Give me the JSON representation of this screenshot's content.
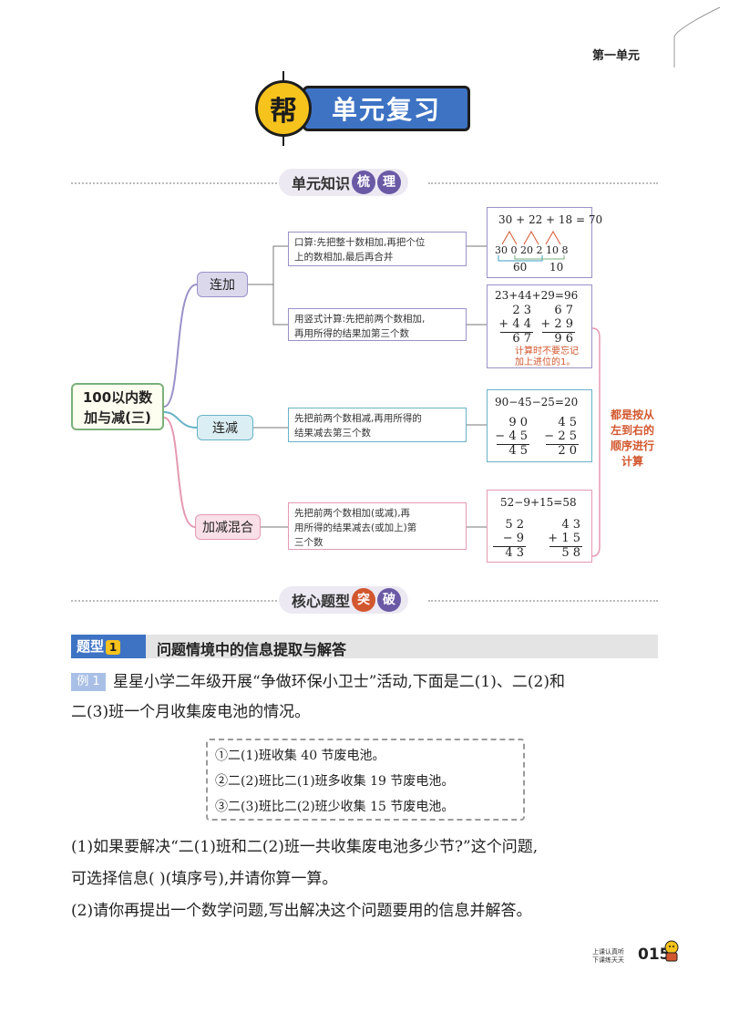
{
  "header": {
    "unit": "第一单元"
  },
  "title": {
    "badge": "帮",
    "text": "单元复习"
  },
  "sections": {
    "knowledge": {
      "main": "单元知识",
      "accent1": "梳",
      "accent2": "理"
    },
    "core": {
      "main": "核心题型",
      "accent1": "突",
      "accent2": "破"
    }
  },
  "mindmap": {
    "root": {
      "line1": "100以内数",
      "line2": "加与减(三)"
    },
    "branches": {
      "add": "连加",
      "sub": "连减",
      "mix": "加减混合"
    },
    "descriptions": {
      "add_oral": {
        "line1": "口算:先把整十数相加,再把个位",
        "line2": "上的数相加,最后再合并"
      },
      "add_vertical": {
        "line1": "用竖式计算:先把前两个数相加,",
        "line2": "再用所得的结果加第三个数"
      },
      "sub": {
        "line1": "先把前两个数相减,再用所得的",
        "line2": "结果减去第三个数"
      },
      "mix": {
        "line1": "先把前两个数相加(或减),再",
        "line2": "用所得的结果减去(或加上)第",
        "line3": "三个数"
      }
    },
    "examples": {
      "oral": {
        "equation": "30 + 22 + 18 = 70",
        "split": "30 0 20 2 10 8",
        "sum1": "60",
        "sum2": "10"
      },
      "add_vertical": {
        "equation": "23+44+29=96",
        "a1": "2 3",
        "a2": "+ 4 4",
        "a3": "6 7",
        "b1": "6 7",
        "b2": "+ 2 9",
        "b3": "9 6",
        "note1": "计算时不要忘记",
        "note2": "加上进位的1。"
      },
      "sub": {
        "equation": "90−45−25=20",
        "a1": "9 0",
        "a2": "− 4 5",
        "a3": "4 5",
        "b1": "4 5",
        "b2": "− 2 5",
        "b3": "2 0"
      },
      "mix": {
        "equation": "52−9+15=58",
        "a1": "5 2",
        "a2": "−   9",
        "a3": "4 3",
        "b1": "4 3",
        "b2": "+ 1 5",
        "b3": "5 8"
      }
    },
    "side_note": {
      "line1": "都是按从",
      "line2": "左到右的",
      "line3": "顺序进行",
      "line4": "计算"
    }
  },
  "problem_type": {
    "tag": "题型",
    "num": "1",
    "title": "问题情境中的信息提取与解答"
  },
  "example": {
    "tag": "例 1",
    "line1": "星星小学二年级开展“争做环保小卫士”活动,下面是二(1)、二(2)和",
    "line2": "二(3)班一个月收集废电池的情况。",
    "info": [
      "①二(1)班收集 40 节废电池。",
      "②二(2)班比二(1)班多收集 19 节废电池。",
      "③二(3)班比二(2)班少收集 15 节废电池。"
    ],
    "q1_line1": "(1)如果要解决“二(1)班和二(2)班一共收集废电池多少节?”这个问题,",
    "q1_line2": "可选择信息(      )(填序号),并请你算一算。",
    "q2": "(2)请你再提出一个数学问题,写出解决这个问题要用的信息并解答。"
  },
  "footer": {
    "slogan1": "上课认真听",
    "slogan2": "下课练天天",
    "page": "015"
  },
  "colors": {
    "blue": "#3e73c4",
    "yellow": "#f6c21c",
    "purple": "#9b91c8",
    "teal": "#66b3c6",
    "pink": "#e59ab1",
    "orange": "#d2572e"
  }
}
